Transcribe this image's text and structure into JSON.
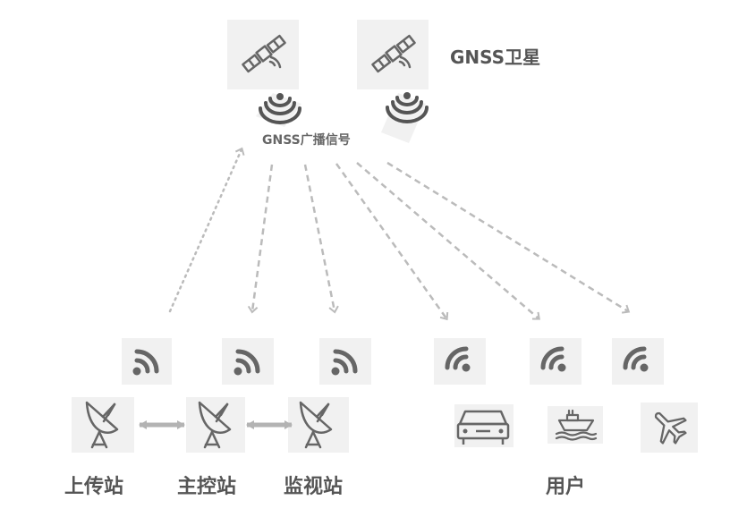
{
  "title": "GNSS卫星",
  "broadcast_label": "GNSS广播信号",
  "stations": [
    {
      "label": "上传站"
    },
    {
      "label": "主控站"
    },
    {
      "label": "监视站"
    }
  ],
  "users": {
    "label": "用户",
    "items": [
      {
        "icon": "car-icon"
      },
      {
        "icon": "ship-icon"
      },
      {
        "icon": "airplane-icon"
      }
    ]
  },
  "colors": {
    "text": "#555555",
    "icon": "#666666",
    "tile": "#f1f1f1",
    "arrow": "#bbbbbb"
  }
}
